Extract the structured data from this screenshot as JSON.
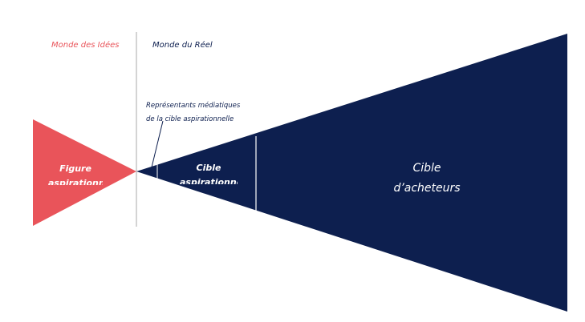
{
  "headers": {
    "ideas": "Monde des Idées",
    "real": "Monde du Réel"
  },
  "annotation": {
    "line1": "Représentants médiatiques",
    "line2": "de la cible aspirationnelle"
  },
  "labels": {
    "figure": {
      "line1": "Figure",
      "line2": "aspirationnelle"
    },
    "aspirational": {
      "line1": "Cible",
      "line2": "aspirationnelle"
    },
    "buyers": {
      "line1": "Cible",
      "line2": "d’acheteurs"
    }
  },
  "colors": {
    "ideas": "#e9545a",
    "real": "#0d1f4f",
    "divider": "#a9a9a9",
    "label_text": "#ffffff"
  }
}
